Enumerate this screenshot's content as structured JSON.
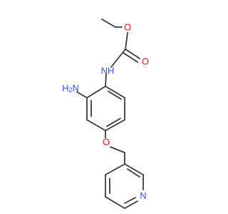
{
  "molecule": {
    "atom_labels": {
      "ester_oxygen": "O",
      "carbonyl_oxygen": "O",
      "carbamate_nh": "NH",
      "amine": "H2N",
      "ether_oxygen": "O",
      "pyridine_nitrogen": "N"
    },
    "colors": {
      "bond": "#3a3a3a",
      "oxygen": "#ff0d0d",
      "nitrogen": "#3050f8"
    }
  }
}
